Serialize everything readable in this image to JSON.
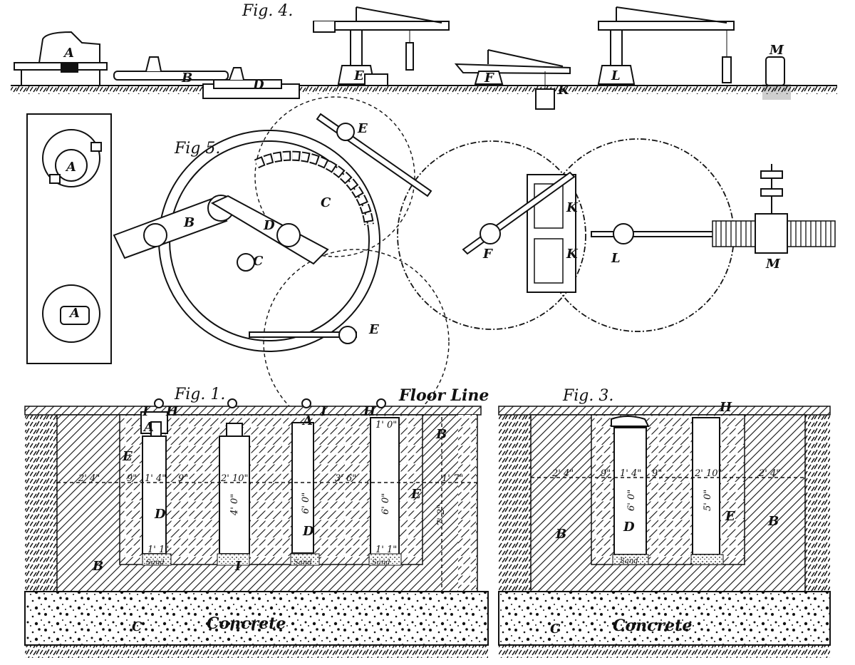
{
  "figures": {
    "fig4": {
      "title": "Fig. 4.",
      "labels": [
        "A",
        "B",
        "D",
        "E",
        "F",
        "K",
        "L",
        "M"
      ]
    },
    "fig5": {
      "title": "Fig 5.",
      "labels": [
        "A",
        "A",
        "B",
        "C",
        "C",
        "D",
        "E",
        "E",
        "F",
        "K",
        "K",
        "L",
        "M"
      ]
    },
    "fig1": {
      "title": "Fig. 1.",
      "floor_line": "Floor  Line",
      "concrete": "Concrete",
      "labels": [
        "I",
        "H",
        "I",
        "H",
        "A",
        "A",
        "E",
        "E",
        "D",
        "D",
        "B",
        "B",
        "C",
        "I"
      ],
      "sand": [
        "Sand",
        "Sand",
        "Sand"
      ],
      "dims": [
        "2' 4\"",
        "9\"",
        "1' 4\"",
        "9\"",
        "2' 10\"",
        "4' 0\"",
        "6' 0\"",
        "3' 6\"",
        "6' 0\"",
        "1' 0\"",
        "1' 1\"",
        "1' 1\"",
        "1' 7\"",
        "7' 2\""
      ]
    },
    "fig3": {
      "title": "Fig. 3.",
      "concrete": "Concrete",
      "labels": [
        "H",
        "D",
        "E",
        "B",
        "B",
        "C"
      ],
      "sand": [
        "Sand"
      ],
      "dims": [
        "2' 4\"",
        "9\"",
        "1' 4\"",
        "9\"",
        "2' 10\"",
        "2' 4\"",
        "6' 0\"",
        "5' 0\""
      ]
    }
  }
}
